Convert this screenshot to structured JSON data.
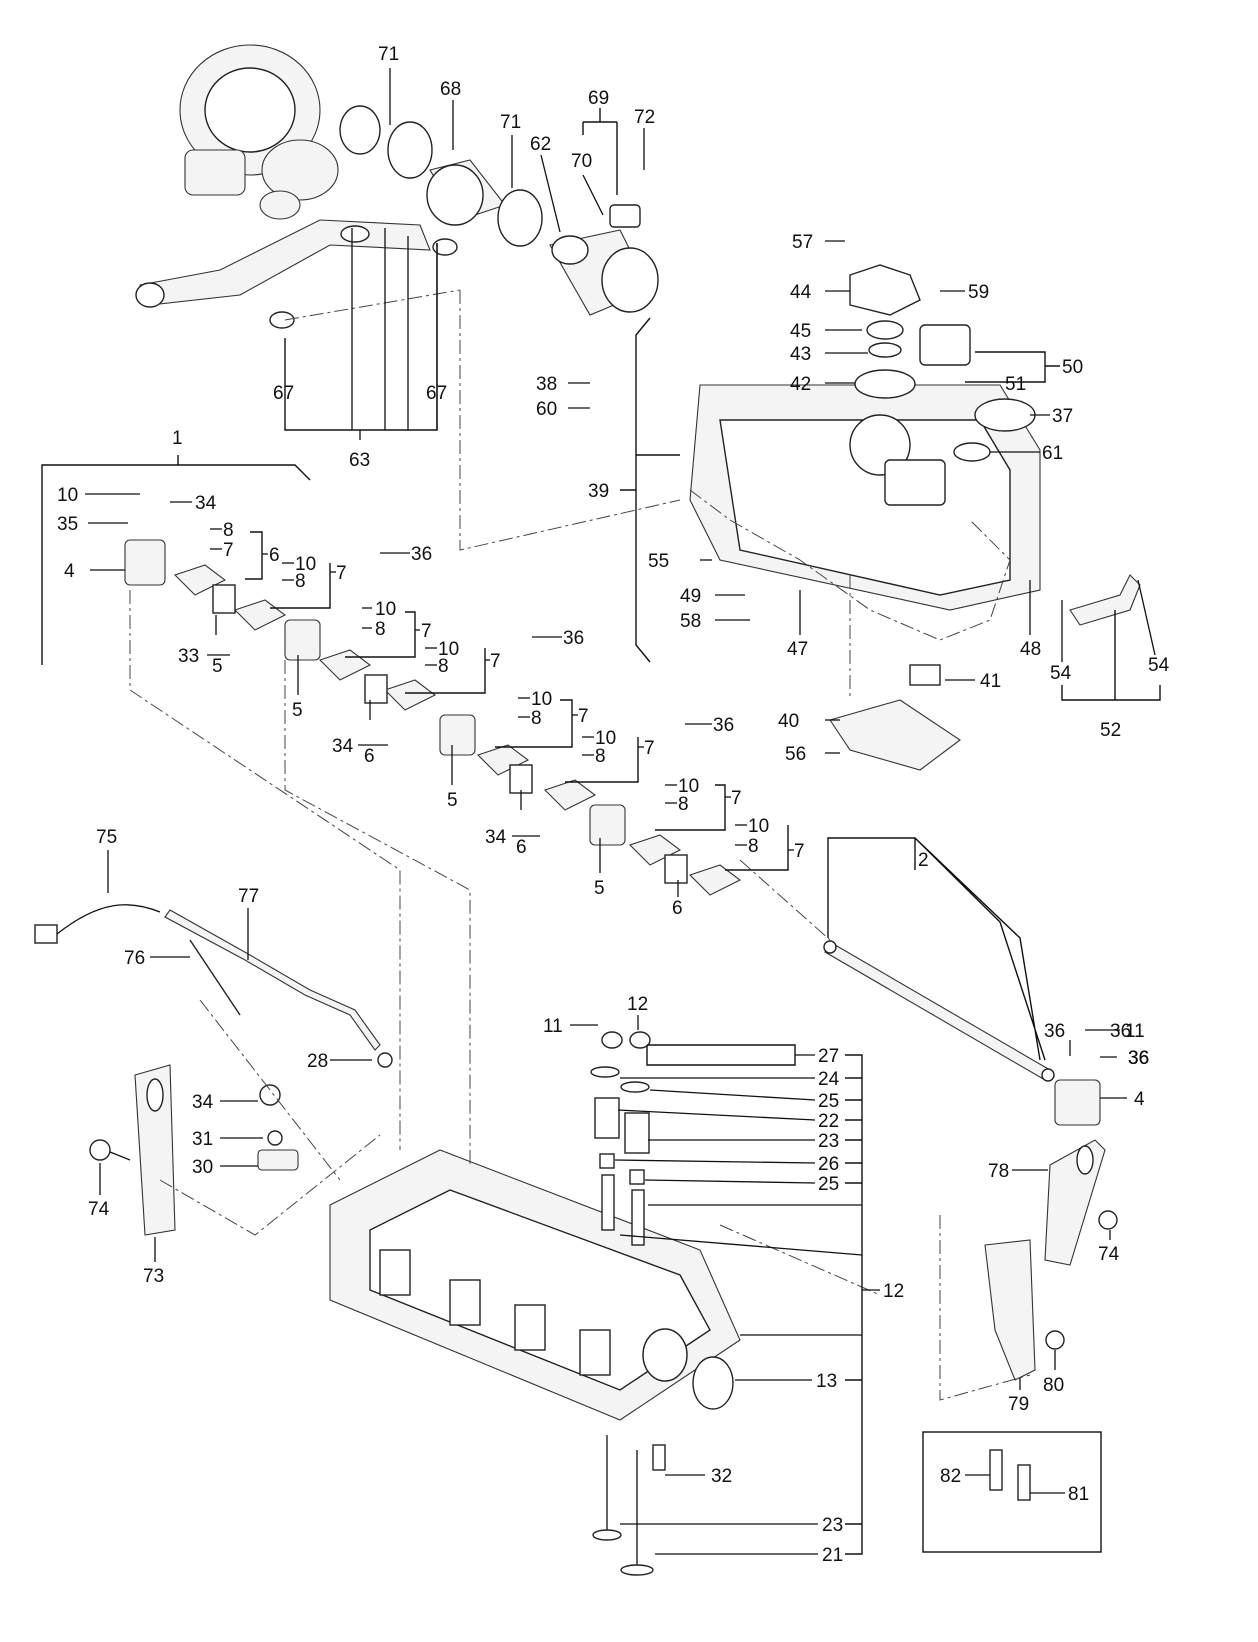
{
  "diagram": {
    "callouts": [
      "1",
      "2",
      "4",
      "4",
      "5",
      "5",
      "5",
      "5",
      "6",
      "6",
      "6",
      "6",
      "7",
      "7",
      "7",
      "7",
      "7",
      "7",
      "7",
      "7",
      "8",
      "8",
      "8",
      "8",
      "8",
      "8",
      "8",
      "8",
      "10",
      "10",
      "10",
      "10",
      "10",
      "10",
      "10",
      "10",
      "11",
      "11",
      "12",
      "12",
      "13",
      "21",
      "22",
      "23",
      "23",
      "24",
      "25",
      "25",
      "26",
      "27",
      "28",
      "30",
      "31",
      "32",
      "33",
      "34",
      "34",
      "34",
      "34",
      "35",
      "36",
      "36",
      "36",
      "36",
      "36",
      "36",
      "36",
      "36",
      "37",
      "38",
      "39",
      "40",
      "41",
      "42",
      "43",
      "44",
      "45",
      "47",
      "48",
      "49",
      "50",
      "51",
      "52",
      "54",
      "54",
      "55",
      "56",
      "57",
      "58",
      "59",
      "60",
      "61",
      "62",
      "63",
      "67",
      "67",
      "68",
      "69",
      "70",
      "71",
      "71",
      "72",
      "73",
      "74",
      "74",
      "75",
      "76",
      "77",
      "78",
      "79",
      "80",
      "81",
      "82"
    ]
  }
}
